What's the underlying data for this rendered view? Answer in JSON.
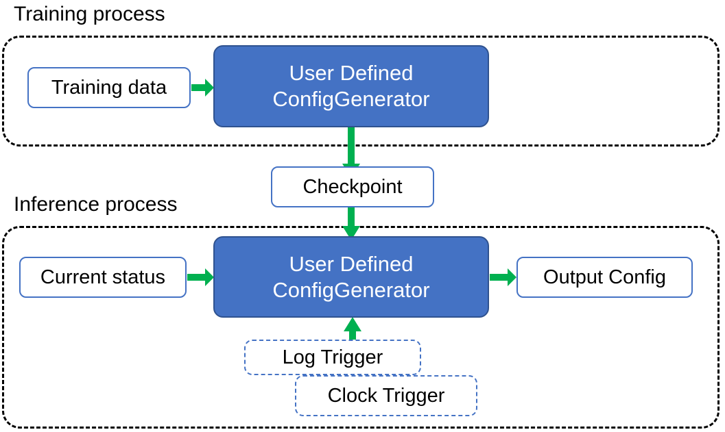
{
  "diagram": {
    "title_training": "Training process",
    "title_inference": "Inference process",
    "colors": {
      "accent_blue_fill": "#4472C4",
      "accent_blue_border": "#2F528F",
      "outline_blue": "#4472C4",
      "arrow_green": "#00B050",
      "container_dash": "#000000",
      "text_dark": "#000000",
      "text_light": "#FFFFFF",
      "background": "#FFFFFF"
    }
  },
  "training": {
    "label": "Training process",
    "input": {
      "label": "Training data"
    },
    "processor": {
      "line1": "User Defined",
      "line2": "ConfigGenerator"
    }
  },
  "checkpoint": {
    "label": "Checkpoint"
  },
  "inference": {
    "label": "Inference process",
    "input": {
      "label": "Current status"
    },
    "processor": {
      "line1": "User Defined",
      "line2": "ConfigGenerator"
    },
    "output": {
      "label": "Output Config"
    },
    "triggers": [
      {
        "label": "Log Trigger"
      },
      {
        "label": "Clock Trigger"
      }
    ]
  },
  "arrows": [
    {
      "name": "training-data-to-generator",
      "direction": "right"
    },
    {
      "name": "training-generator-to-checkpoint",
      "direction": "down"
    },
    {
      "name": "checkpoint-to-inference-generator",
      "direction": "down"
    },
    {
      "name": "current-status-to-generator",
      "direction": "right"
    },
    {
      "name": "generator-to-output-config",
      "direction": "right"
    },
    {
      "name": "triggers-to-generator",
      "direction": "up"
    }
  ]
}
